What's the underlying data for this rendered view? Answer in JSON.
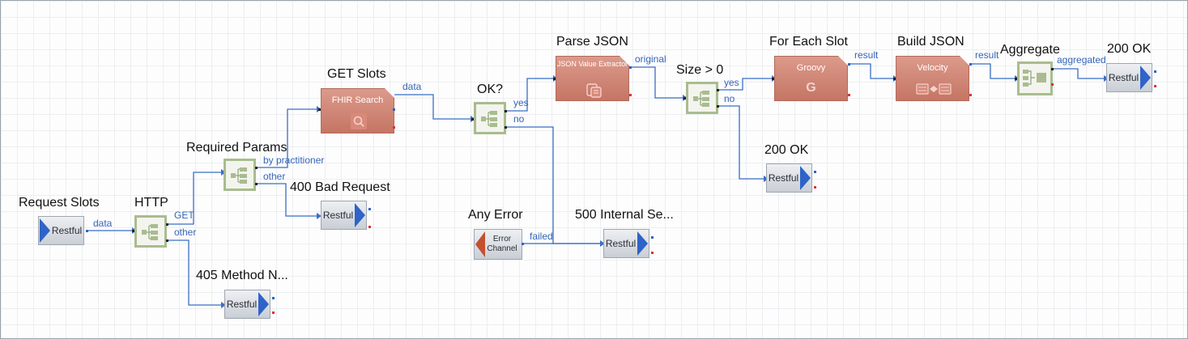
{
  "titles": {
    "request_slots": "Request Slots",
    "http": "HTTP",
    "required_params": "Required Params",
    "get_slots": "GET Slots",
    "ok": "OK?",
    "parse_json": "Parse JSON",
    "size": "Size > 0",
    "for_each_slot": "For Each Slot",
    "build_json": "Build JSON",
    "aggregate": "Aggregate",
    "ok_200_top": "200 OK",
    "ok_200_mid": "200 OK",
    "bad_request_400": "400 Bad Request",
    "method_405": "405 Method N...",
    "any_error": "Any Error",
    "internal_500": "500 Internal Se..."
  },
  "snap_labels": {
    "restful": "Restful",
    "fhir_search": "FHIR Search",
    "json_value_extractor": "JSON Value Extractor",
    "groovy": "Groovy",
    "groovy_icon": "G",
    "velocity": "Velocity",
    "error_channel": "Error Channel"
  },
  "wire_labels": {
    "data1": "data",
    "get": "GET",
    "other1": "other",
    "by_practitioner": "by practitioner",
    "other2": "other",
    "data2": "data",
    "yes1": "yes",
    "no1": "no",
    "original": "original",
    "yes2": "yes",
    "no2": "no",
    "result1": "result",
    "result2": "result",
    "aggregated": "aggregated",
    "failed": "failed"
  },
  "icons": [
    "router-icon",
    "search-icon",
    "json-extract-icon",
    "groovy-icon",
    "velocity-icon",
    "aggregate-icon",
    "restful-arrow-icon",
    "error-channel-icon"
  ],
  "colors": {
    "wire": "#3a6fc6",
    "snap_orange": "#c57564",
    "router_border": "#a9bc8f",
    "restful_arrow": "#2f63c8",
    "error_arrow": "#c4502e"
  }
}
